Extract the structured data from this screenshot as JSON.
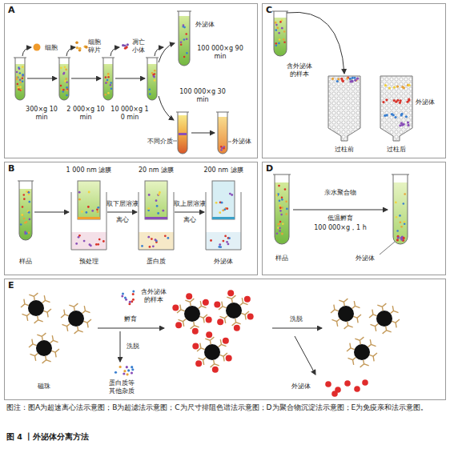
{
  "diagram": {
    "title": "图 4 丨外泌体分离方法",
    "caption": "图注：图A为超速离心法示意图；B为超滤法示意图；C为尺寸排阻色谱法示意图；D为聚合物沉淀法示意图；E为免疫亲和法示意图。",
    "nodes": [
      {
        "text": [
          "A"
        ]
      },
      {
        "text": [
          "C"
        ]
      },
      {
        "text": [
          "B"
        ]
      },
      {
        "text": [
          "D"
        ]
      },
      {
        "text": [
          "E"
        ]
      }
    ],
    "labels": [
      "细胞",
      "细胞碎片",
      "凋亡小体",
      "外泌体",
      "300×g 10 min",
      "2 000×g 10 min",
      "10 000×g 10 min",
      "100 000×g 90 min",
      "不同介质",
      "100 000×g 30 min",
      "外泌体",
      "1 000 nm 滤膜",
      "20 nm 滤膜",
      "200 nm 滤膜",
      "取下层溶液",
      "离心",
      "取上层溶液",
      "离心",
      "样品",
      "预处理",
      "蛋白质",
      "外泌体",
      "含外泌体的样本",
      "外泌体",
      "过柱前",
      "过柱后",
      "亲水聚合物",
      "低温孵育",
      "100 000×g，1 h",
      "样品",
      "外泌体",
      "含外泌体的样本",
      "孵育",
      "洗脱",
      "蛋白质等其他杂质",
      "磁珠",
      "洗脱",
      "外泌体"
    ]
  }
}
